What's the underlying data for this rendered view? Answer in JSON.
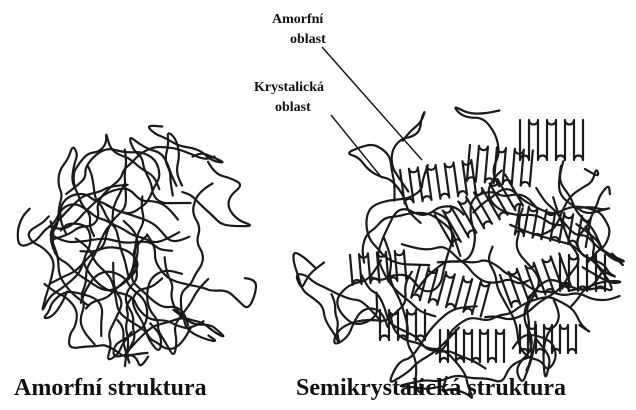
{
  "annotations": {
    "amorphous_region_line1": "Amorfní",
    "amorphous_region_line2": "oblast",
    "crystalline_region_line1": "Krystalická",
    "crystalline_region_line2": "oblast"
  },
  "captions": {
    "amorphous_structure": "Amorfní struktura",
    "semicrystalline_structure": "Semikrystalická struktura"
  },
  "colors": {
    "background": "#ffffff",
    "line": "#1a1a1a",
    "text": "#111111"
  }
}
